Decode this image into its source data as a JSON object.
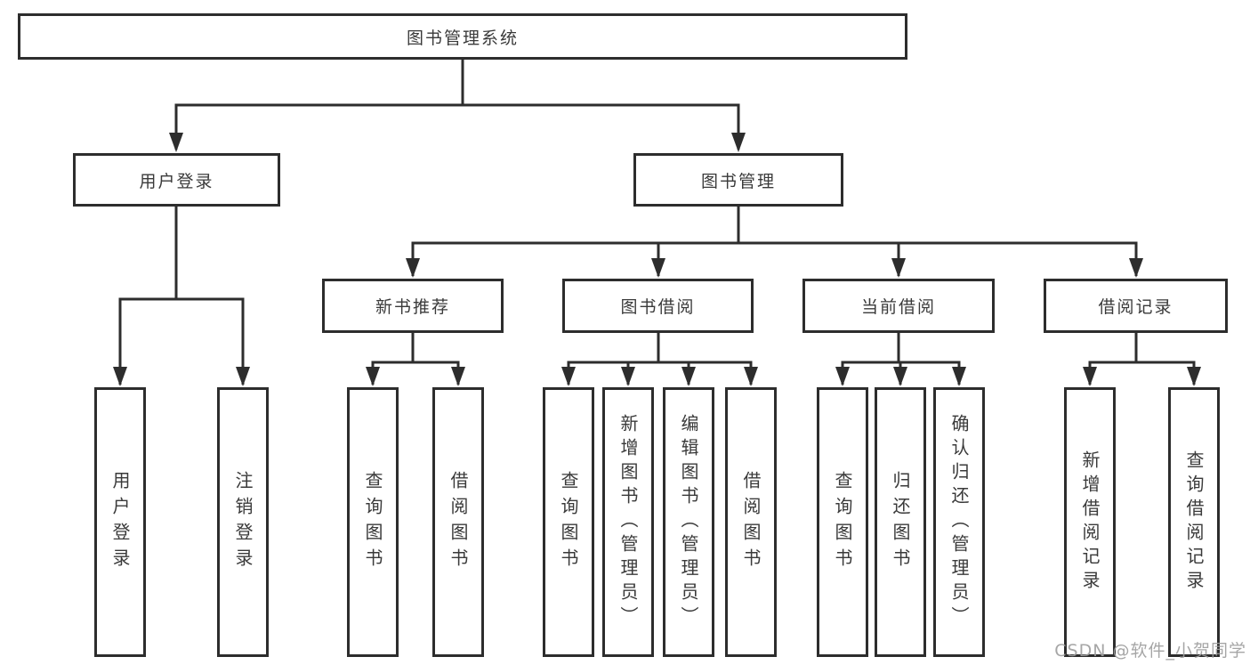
{
  "diagram": {
    "type": "hierarchy-chart",
    "root_label": "图书管理系统",
    "structure": [
      {
        "parent": "图书管理系统",
        "children": [
          "用户登录",
          "图书管理"
        ]
      },
      {
        "parent": "用户登录",
        "children": [
          "用户登录",
          "注销登录"
        ]
      },
      {
        "parent": "图书管理",
        "children": [
          "新书推荐",
          "图书借阅",
          "当前借阅",
          "借阅记录"
        ]
      },
      {
        "parent": "新书推荐",
        "children": [
          "查询图书",
          "借阅图书"
        ]
      },
      {
        "parent": "图书借阅",
        "children": [
          "查询图书",
          "新增图书（管理员）",
          "编辑图书（管理员）",
          "借阅图书"
        ]
      },
      {
        "parent": "当前借阅",
        "children": [
          "查询图书",
          "归还图书",
          "确认归还（管理员）"
        ]
      },
      {
        "parent": "借阅记录",
        "children": [
          "新增借阅记录",
          "查询借阅记录"
        ]
      }
    ]
  },
  "nodes": {
    "root": {
      "label": "图书管理系统"
    },
    "userLogin": {
      "label": "用户登录"
    },
    "bookMgmt": {
      "label": "图书管理"
    },
    "newBookRec": {
      "label": "新书推荐"
    },
    "bookBorrow": {
      "label": "图书借阅"
    },
    "currentBorrow": {
      "label": "当前借阅"
    },
    "borrowRecord": {
      "label": "借阅记录"
    },
    "loginLeaf": {
      "label": "用户登录"
    },
    "logoutLeaf": {
      "label": "注销登录"
    },
    "queryBook1": {
      "label": "查询图书"
    },
    "borrowBook1": {
      "label": "借阅图书"
    },
    "queryBook2": {
      "label": "查询图书"
    },
    "addBook": {
      "label": "新增图书（管理员）"
    },
    "editBook": {
      "label": "编辑图书（管理员）"
    },
    "borrowBook2": {
      "label": "借阅图书"
    },
    "queryBook3": {
      "label": "查询图书"
    },
    "returnBook": {
      "label": "归还图书"
    },
    "confirmReturn": {
      "label": "确认归还（管理员）"
    },
    "addRecord": {
      "label": "新增借阅记录"
    },
    "queryRecord": {
      "label": "查询借阅记录"
    }
  },
  "watermark": {
    "text": "CSDN @软件_小贺同学"
  },
  "colors": {
    "line": "#2d2d2d",
    "background": "#ffffff",
    "watermark": "#9e9e9e"
  }
}
